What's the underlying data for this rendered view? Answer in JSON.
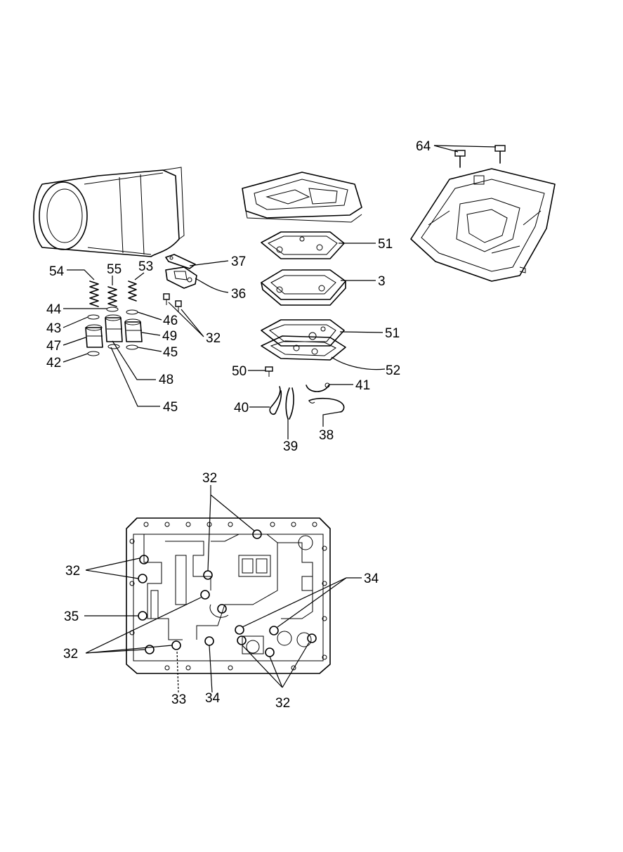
{
  "diagram": {
    "callouts": {
      "c64": "64",
      "c51a": "51",
      "c3": "3",
      "c37": "37",
      "c36": "36",
      "c32a": "32",
      "c51b": "51",
      "c52": "52",
      "c50": "50",
      "c41": "41",
      "c40": "40",
      "c39": "39",
      "c38": "38",
      "c54": "54",
      "c55": "55",
      "c53": "53",
      "c44": "44",
      "c46": "46",
      "c43": "43",
      "c49": "49",
      "c47": "47",
      "c45a": "45",
      "c42": "42",
      "c48": "48",
      "c45b": "45",
      "c32b": "32",
      "c32c": "32",
      "c34a": "34",
      "c35": "35",
      "c32d": "32",
      "c33": "33",
      "c34b": "34",
      "c32e": "32"
    }
  }
}
